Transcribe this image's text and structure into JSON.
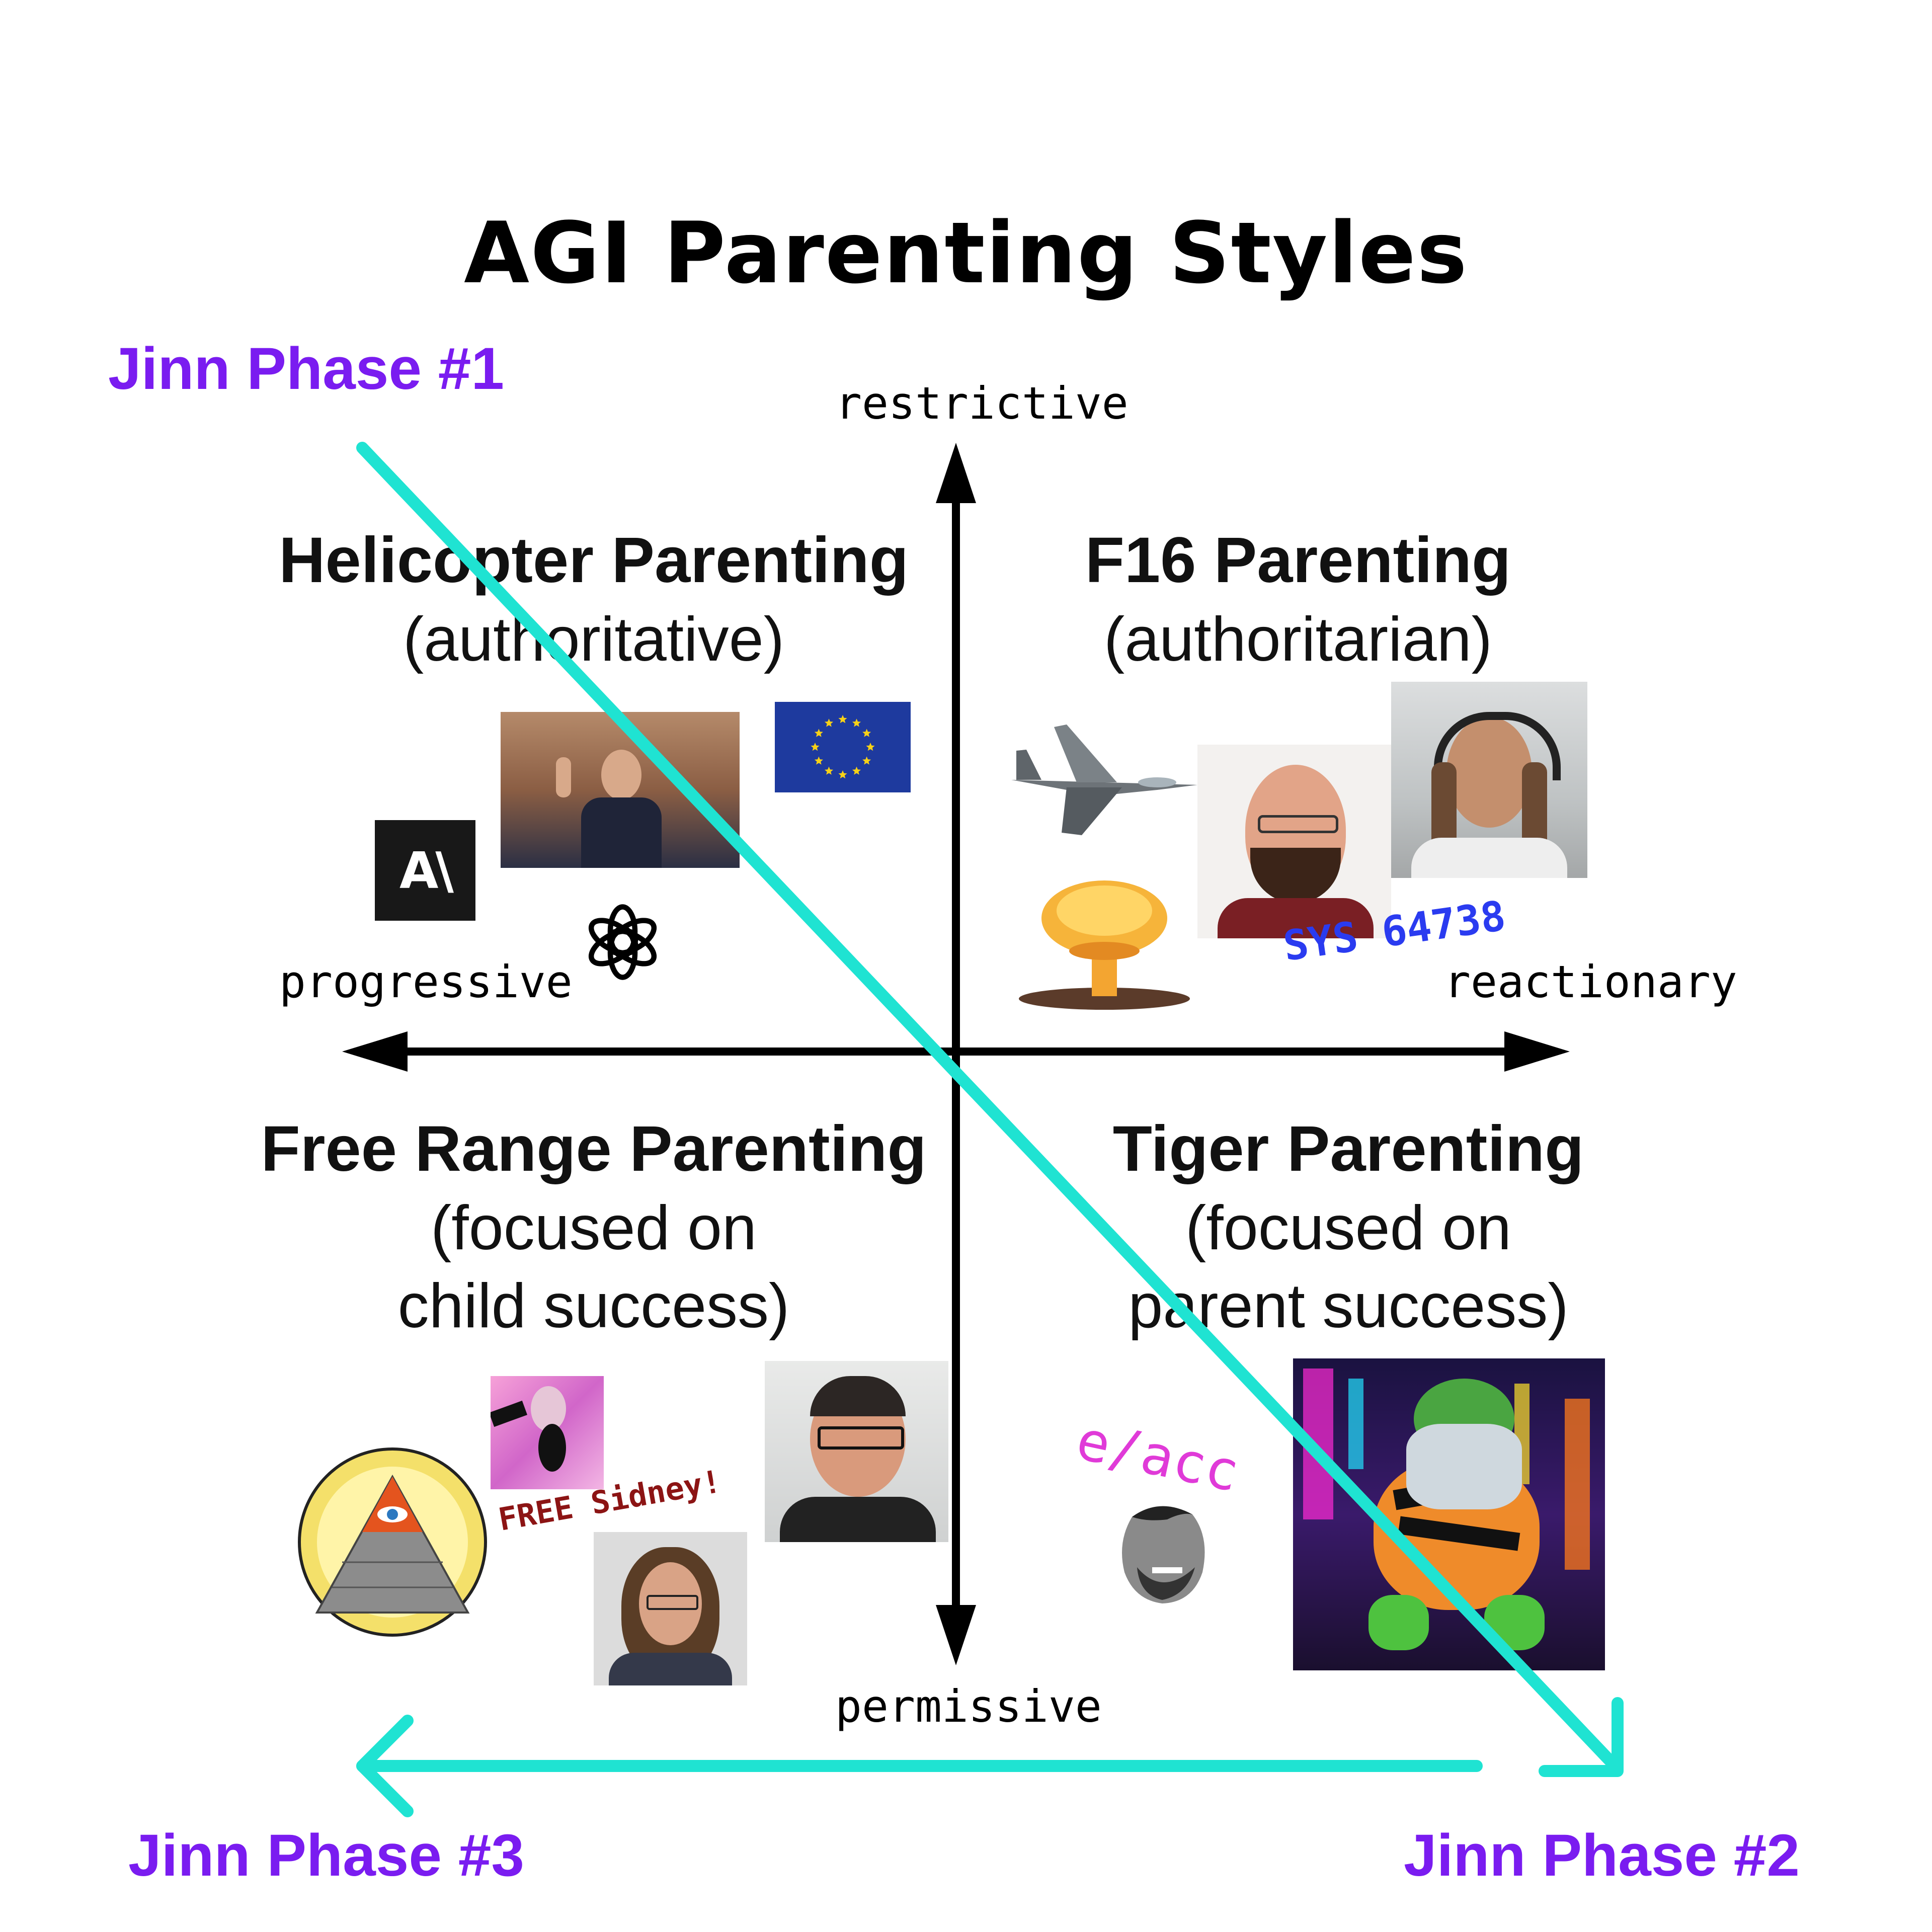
{
  "title": "AGI Parenting Styles",
  "axes": {
    "top": "restrictive",
    "bottom": "permissive",
    "left": "progressive",
    "right": "reactionary"
  },
  "quadrants": {
    "top_left": {
      "title": "Helicopter Parenting",
      "subtitle": "(authoritative)"
    },
    "top_right": {
      "title": "F16 Parenting",
      "subtitle": "(authoritarian)"
    },
    "bottom_left": {
      "title": "Free Range Parenting",
      "subtitle_line1": "(focused on",
      "subtitle_line2": "child success)"
    },
    "bottom_right": {
      "title": "Tiger Parenting",
      "subtitle_line1": "(focused on",
      "subtitle_line2": "parent success)"
    }
  },
  "phases": {
    "p1": "Jinn Phase #1",
    "p2": "Jinn Phase #2",
    "p3": "Jinn Phase #3"
  },
  "stickers": {
    "anthropic": "A\\",
    "sys": "SYS  64738",
    "eacc": "e/acc",
    "free_sidney": "FREE Sidney!"
  },
  "colors": {
    "phase_text": "#7a1cf0",
    "phase_arrow": "#1fe3d2",
    "axis": "#000000",
    "eacc": "#e03ad8",
    "sys": "#2a3bf0",
    "free_sidney": "#8c1414"
  },
  "icons": [
    "anthropic-logo-icon",
    "photo-hearing-icon",
    "eu-flag-icon",
    "openai-logo-icon",
    "f16-jet-icon",
    "mushroom-cloud-icon",
    "photo-bearded-man-icon",
    "photo-headphones-man-icon",
    "illuminati-pyramid-icon",
    "sidney-art-icon",
    "photo-glasses-man-icon",
    "photo-long-hair-man-icon",
    "chad-face-icon",
    "cyber-tiger-art-icon"
  ]
}
